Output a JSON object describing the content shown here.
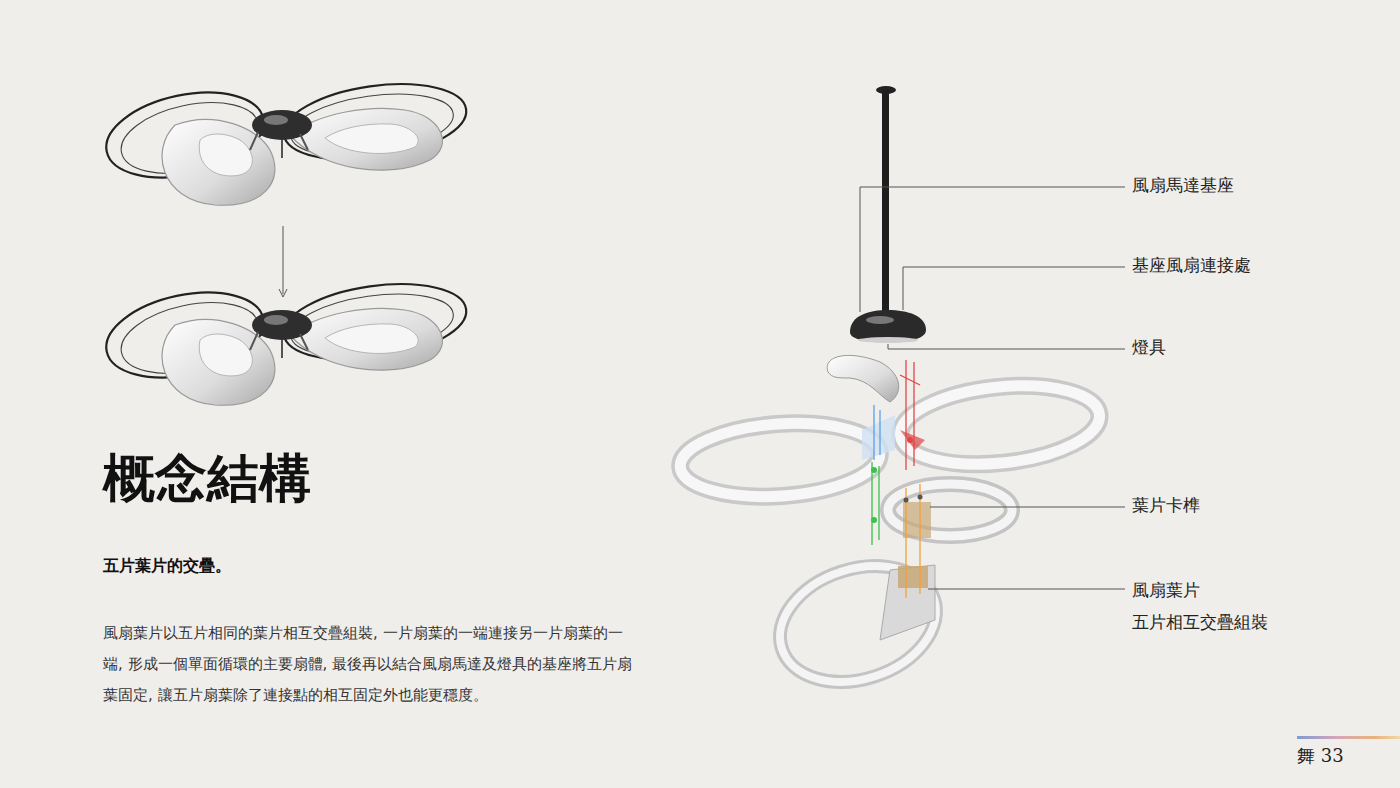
{
  "diagram": {
    "title": "概念結構",
    "labels": [
      "五片葉片的交疊。",
      "風扇葉片以五片相同的葉片相互交疊組裝, 一片扇葉的一端連接另一片扇葉的一端, 形成一個單面循環的主要扇體, 最後再以結合風扇馬達及燈具的基座將五片扇葉固定, 讓五片扇葉除了連接點的相互固定外也能更穩度。",
      "風扇馬達基座",
      "基座風扇連接處",
      "燈具",
      "葉片卡榫",
      "風扇葉片 五片相互交疊組裝",
      "舞 33"
    ]
  }
}
